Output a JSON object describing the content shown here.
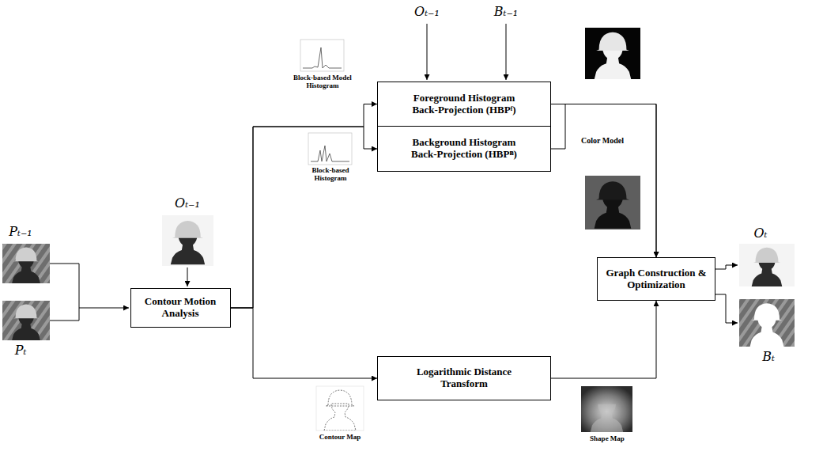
{
  "diagram": {
    "nodes": [
      {
        "text": [
          "Contour Motion Analysis"
        ]
      },
      {
        "text": [
          "Foreground Histogram Back-Projection (HBPᶠ)"
        ]
      },
      {
        "text": [
          "Background Histogram Back-Projection (HBPᴮ)"
        ]
      },
      {
        "text": [
          "Logarithmic Distance Transform"
        ]
      },
      {
        "text": [
          "Graph Construction & Optimization"
        ]
      }
    ],
    "edges": [
      {
        "from": 0,
        "to": 1,
        "arrow": "to"
      },
      {
        "from": 0,
        "to": 2,
        "arrow": "to"
      },
      {
        "from": 0,
        "to": 3,
        "arrow": "to"
      },
      {
        "from": 1,
        "to": 4,
        "arrow": "to"
      },
      {
        "from": 2,
        "to": 4,
        "arrow": "to"
      },
      {
        "from": 3,
        "to": 4,
        "arrow": "to"
      }
    ],
    "labels": [
      "Oₜ₋₁",
      "Bₜ₋₁",
      "Block-based Model Histogram",
      "Oₜ₋₁",
      "Block-based Histogram",
      "Color Model",
      "Pₜ₋₁",
      "Pₜ",
      "Oₜ",
      "Bₜ",
      "Contour Map",
      "Shape Map"
    ]
  }
}
